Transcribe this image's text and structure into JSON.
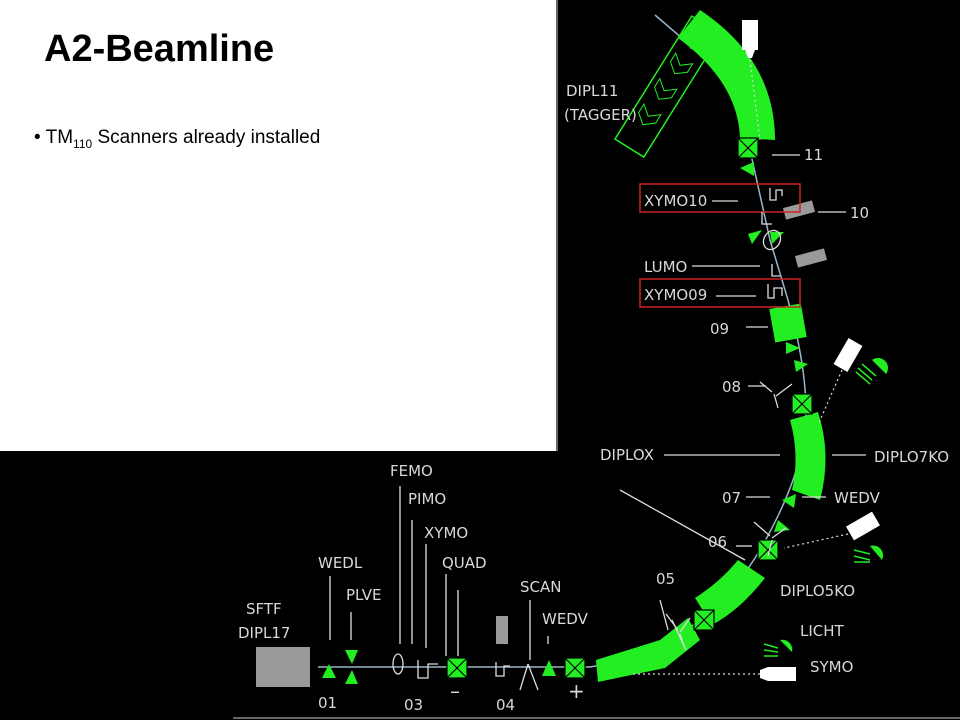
{
  "slide": {
    "title": "A2-Beamline",
    "bullet_prefix": "• TM",
    "bullet_subscript": "110",
    "bullet_suffix": " Scanners already installed"
  },
  "colors": {
    "background": "#000000",
    "panel": "#ffffff",
    "magnet_green": "#22ee22",
    "label_gray": "#d8d8d8",
    "beam_pipe": "#9bb4c8",
    "highlight_red": "#cc2222",
    "device_gray": "#9a9a9a"
  },
  "labels": {
    "dipl11": "DIPL11",
    "tagger": "(TAGGER)",
    "n11": "11",
    "xymo10": "XYMO10",
    "n10": "10",
    "lumo": "LUMO",
    "xymo09": "XYMO09",
    "n09": "09",
    "n08": "08",
    "diplox": "DIPLOX",
    "diplo7ko": "DIPLO7KO",
    "n07": "07",
    "wedv_right": "WEDV",
    "n06": "06",
    "n05": "05",
    "diplo5ko": "DIPLO5KO",
    "licht": "LICHT",
    "symo": "SYMO",
    "femo": "FEMO",
    "pimo": "PIMO",
    "xymo": "XYMO",
    "quad": "QUAD",
    "scan": "SCAN",
    "wedv_bottom": "WEDV",
    "wedl": "WEDL",
    "plve": "PLVE",
    "sftf": "SFTF",
    "dipl17": "DIPL17",
    "n01": "01",
    "n03": "03",
    "n04": "04",
    "minus": "–",
    "plus": "+"
  },
  "icons": [
    "camera-icon",
    "lamp-icon",
    "quadrupole-icon",
    "dipole-icon",
    "steerer-icon",
    "monitor-icon"
  ]
}
